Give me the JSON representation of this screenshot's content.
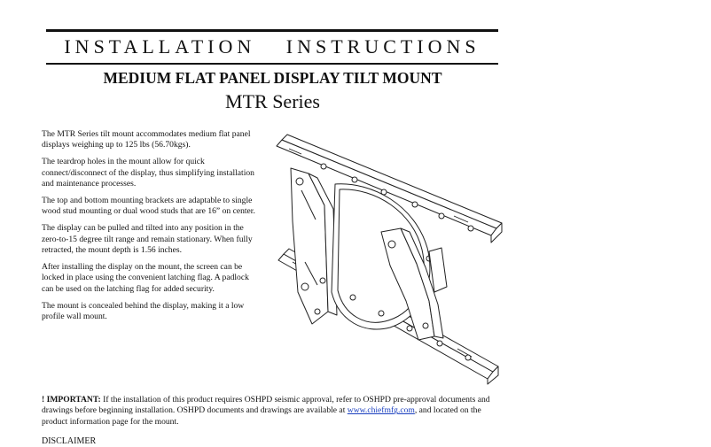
{
  "header": {
    "title": "INSTALLATION  INSTRUCTIONS",
    "product": "MEDIUM FLAT PANEL DISPLAY TILT MOUNT",
    "series": "MTR Series"
  },
  "intro": {
    "paragraphs": [
      "The MTR Series tilt mount accommodates medium flat panel displays weighing up to 125 lbs (56.70kgs).",
      "The teardrop holes in the mount allow for quick connect/disconnect of the display, thus simplifying installation and maintenance processes.",
      "The top and bottom mounting brackets are adaptable to single wood stud mounting or dual wood studs that are 16” on center.",
      "The display can be pulled and tilted into any position in the zero-to-15 degree tilt range and remain stationary. When fully retracted, the mount depth is 1.56 inches.",
      "After installing the display on the mount, the screen can be locked in place using the convenient latching flag. A padlock can be used on the latching flag for added security.",
      "The mount is concealed behind the display, making it a low profile wall mount."
    ]
  },
  "important": {
    "lead": "! IMPORTANT:",
    "text_before_link": " If the installation of this product requires OSHPD seismic approval, refer to OSHPD pre-approval documents and drawings before beginning installation. OSHPD documents and drawings are available at ",
    "link": "www.chiefmfg.com",
    "text_after_link": ", and located on the product information page for the mount."
  },
  "footer": {
    "partial_text": "DISCLAIMER"
  },
  "illustration": {
    "icon": "tilt-mount-drawing"
  }
}
